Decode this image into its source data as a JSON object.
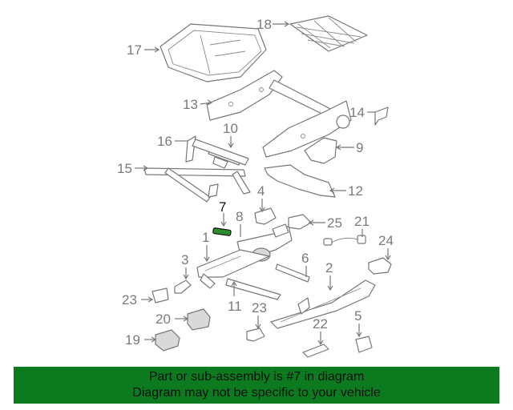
{
  "diagram": {
    "callouts": [
      "17",
      "18",
      "13",
      "14",
      "16",
      "10",
      "9",
      "15",
      "12",
      "7",
      "4",
      "8",
      "25",
      "21",
      "24",
      "1",
      "6",
      "3",
      "2",
      "23",
      "11",
      "23",
      "20",
      "22",
      "5",
      "19"
    ],
    "highlighted": "7"
  },
  "banner": {
    "line1": "Part or sub-assembly is #7 in diagram",
    "line2": "Diagram may not be specific to your vehicle"
  },
  "colors": {
    "banner_bg": "#0c7a1e",
    "highlight": "#2e8b2e",
    "line": "#777777"
  }
}
